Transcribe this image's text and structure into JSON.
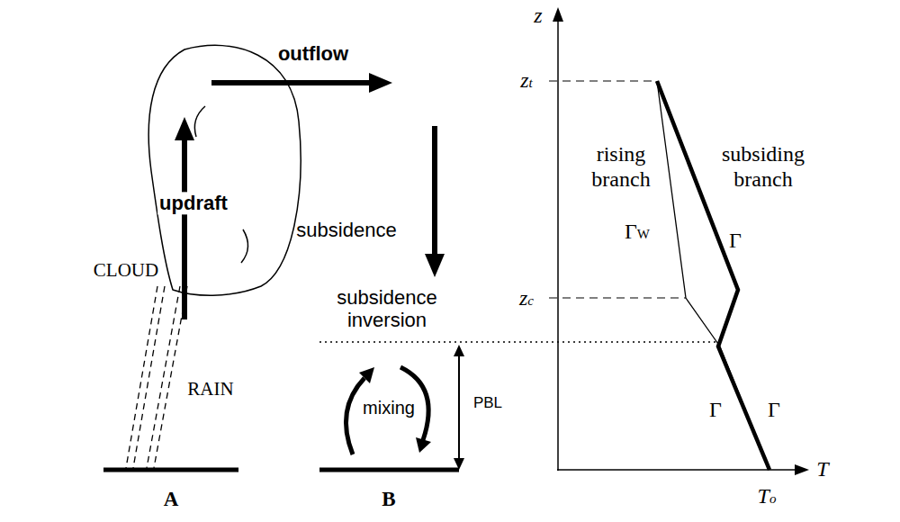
{
  "diagram": {
    "labels": [
      "outflow",
      "updraft",
      "CLOUD",
      "RAIN",
      "A",
      "subsidence",
      "subsidence inversion",
      "mixing",
      "PBL",
      "B",
      "z",
      "zt",
      "zc",
      "T",
      "To",
      "rising branch",
      "subsiding branch",
      "ΓW",
      "Γ",
      "Γ",
      "Γ"
    ]
  }
}
